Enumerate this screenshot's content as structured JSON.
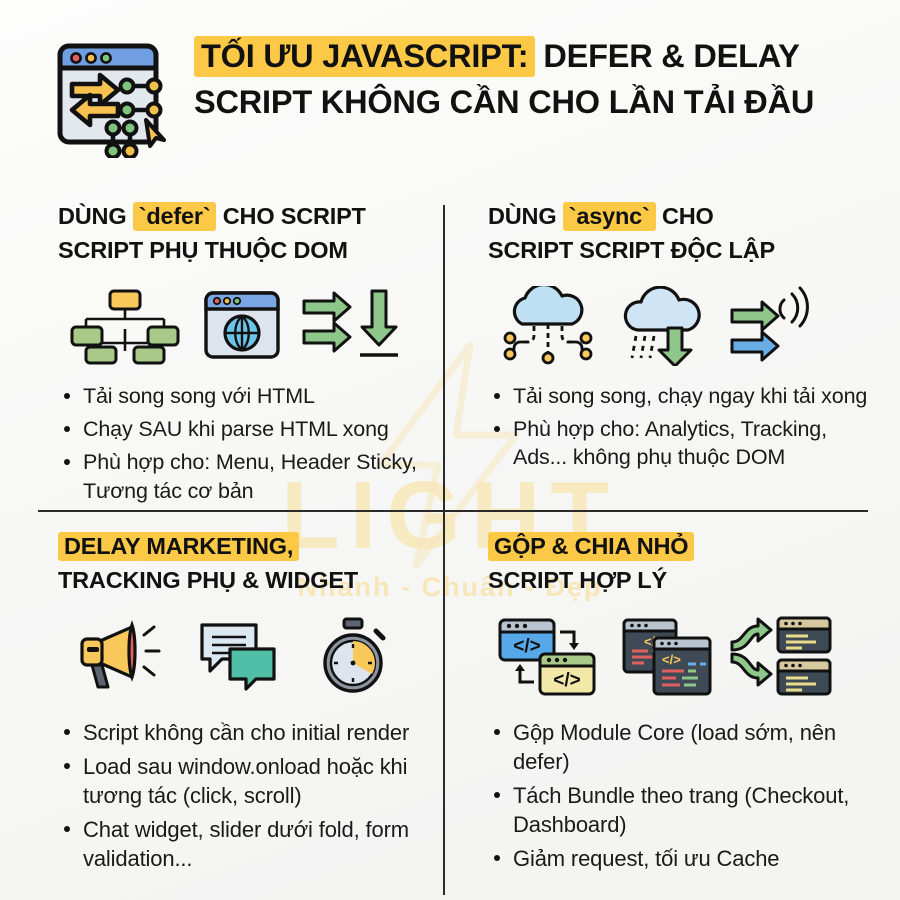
{
  "header": {
    "icon": "browser-window-arrows-icon",
    "title_line1_highlight": "TỐI ƯU JAVASCRIPT:",
    "title_line1_rest": "DEFER & DELAY",
    "title_line2": "SCRIPT KHÔNG CẦN CHO LẦN TẢI ĐẦU"
  },
  "watermark": {
    "word": "LIGHT",
    "subtitle": "Nhanh - Chuẩn - Đẹp"
  },
  "colors": {
    "highlight_yellow": "#FBC945",
    "text_dark": "#111111",
    "divider": "#2a2a2a",
    "background": "#fbfbfa",
    "green": "#8fc78a",
    "blue": "#6aaee8",
    "teal": "#4fbfa8",
    "orange_yellow": "#f8c250",
    "red": "#e0605f"
  },
  "quadrants": [
    {
      "id": "defer",
      "head_pre": "DÙNG ",
      "head_highlight": "`defer`",
      "head_post": " CHO SCRIPT",
      "head_line2": "SCRIPT PHỤ THUỘC DOM",
      "icons": [
        "dom-tree-icon",
        "browser-globe-icon",
        "arrows-right-down-icon"
      ],
      "bullets": [
        "Tải song song với HTML",
        "Chạy SAU khi parse HTML xong",
        "Phù hợp cho: Menu, Header Sticky, Tương tác cơ bản"
      ]
    },
    {
      "id": "async",
      "head_pre": "DÙNG ",
      "head_highlight": "`async`",
      "head_post": " CHO",
      "head_line2": "SCRIPT SCRIPT ĐỘC LẬP",
      "icons": [
        "cloud-network-icon",
        "cloud-download-rain-icon",
        "arrows-signal-icon"
      ],
      "bullets": [
        "Tải song song, chạy ngay khi tải xong",
        "Phù hợp cho: Analytics, Tracking, Ads... không phụ thuộc DOM"
      ]
    },
    {
      "id": "delay",
      "head_pre": "",
      "head_highlight": "DELAY MARKETING,",
      "head_post": "",
      "head_line2": "TRACKING PHỤ & WIDGET",
      "icons": [
        "megaphone-icon",
        "chat-bubbles-icon",
        "stopwatch-icon"
      ],
      "bullets": [
        "Script không cần cho initial render",
        "Load sau window.onload hoặc khi tương tác (click, scroll)",
        "Chat widget, slider dưới fold, form validation..."
      ]
    },
    {
      "id": "bundle",
      "head_pre": "",
      "head_highlight": "GỘP & CHIA NHỎ",
      "head_post": "",
      "head_line2": "SCRIPT HỢP LÝ",
      "icons": [
        "code-windows-swap-icon",
        "stacked-code-windows-icon",
        "split-arrows-windows-icon"
      ],
      "bullets": [
        "Gộp Module Core (load sớm, nên defer)",
        "Tách Bundle theo trang (Checkout, Dashboard)",
        "Giảm request, tối ưu Cache"
      ]
    }
  ]
}
